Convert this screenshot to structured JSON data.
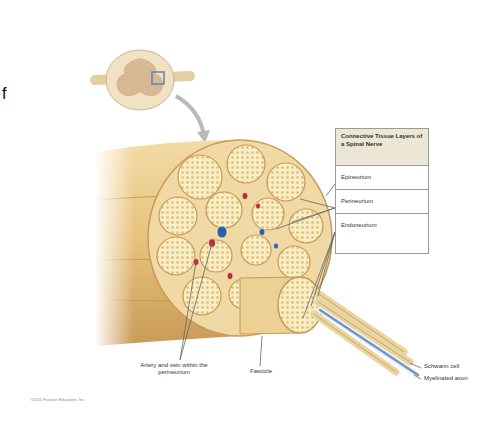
{
  "diagram": {
    "nodes": [
      {
        "text": [
          "Connective Tissue Layers of a Spinal Nerve"
        ]
      },
      {
        "text": [
          "Epineurium"
        ],
        "in": 0
      },
      {
        "text": [
          "Perineurium"
        ],
        "in": 0
      },
      {
        "text": [
          "Endoneurium"
        ],
        "in": 0
      }
    ],
    "labels": [
      "f",
      "Artery and vein within the perineurium",
      "Fascicle",
      "Schwann cell",
      "Myelinated axon",
      "©2011 Pearson Education, Inc."
    ]
  }
}
